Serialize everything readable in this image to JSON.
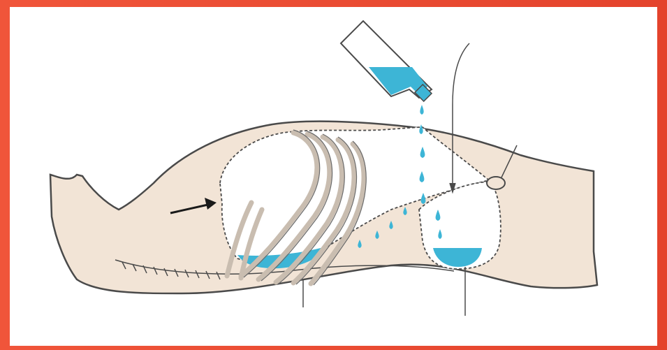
{
  "colors": {
    "frame": "#e8472f",
    "body_fill": "#f2e4d6",
    "outline": "#4a4a4a",
    "fluid": "#3db5d6",
    "rib": "#c9bdb0",
    "cavity": "#ffffff"
  },
  "diagram": {
    "elements": [
      {
        "id": "body-outline",
        "kind": "shape"
      },
      {
        "id": "thoracic-cavity",
        "kind": "region"
      },
      {
        "id": "ribs",
        "kind": "group"
      },
      {
        "id": "abdominal-cavity",
        "kind": "region"
      },
      {
        "id": "bottle",
        "kind": "object"
      },
      {
        "id": "water-stream",
        "kind": "flow"
      },
      {
        "id": "pointer-arrow",
        "kind": "arrow"
      },
      {
        "id": "leader-lines",
        "kind": "lines"
      }
    ]
  }
}
